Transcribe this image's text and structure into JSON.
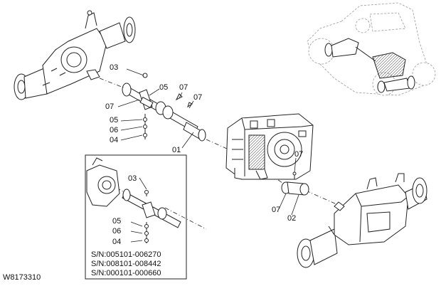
{
  "drawing_ref": "W8173310",
  "callouts": {
    "main": {
      "n03": "03",
      "n05": "05",
      "n07a": "07",
      "n07b": "07",
      "n07c": "07",
      "n05b": "05",
      "n06": "06",
      "n04": "04",
      "n01": "01",
      "n07d": "07",
      "n07e": "07",
      "n02": "02"
    },
    "inset": {
      "n03": "03",
      "n05": "05",
      "n06": "06",
      "n04": "04"
    }
  },
  "serial_numbers": [
    "S/N:005101-006270",
    "S/N:008101-008442",
    "S/N:000101-000660"
  ],
  "colors": {
    "line": "#222222",
    "light_line": "#9a9a9a",
    "background": "#ffffff"
  }
}
